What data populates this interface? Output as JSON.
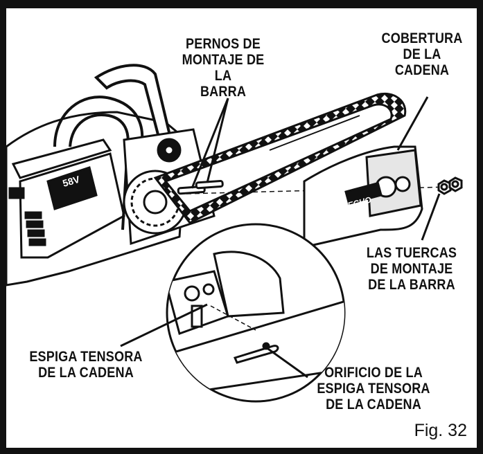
{
  "figure": {
    "callouts": {
      "bar_bolts": "PERNOS DE\nMONTAJE DE LA\nBARRA",
      "chain_cover": "COBERTURA\nDE LA\nCADENA",
      "bar_nuts": "LAS TUERCAS\nDE MONTAJE\nDE LA BARRA",
      "tension_pin": "ESPIGA TENSORA\nDE LA CADENA",
      "tension_hole": "ORIFICIO DE LA\nESPIGA TENSORA\nDE LA CADENA"
    },
    "housing_badge": "58V",
    "cover_logo": "ECHO",
    "fig_label": "Fig. 32"
  }
}
